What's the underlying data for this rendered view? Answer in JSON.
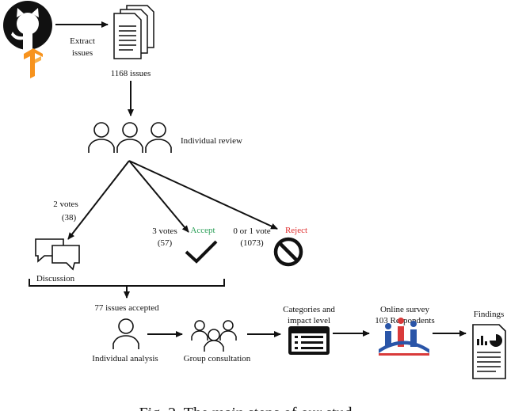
{
  "labels": {
    "extract_issues_line1": "Extract",
    "extract_issues_line2": "issues",
    "issues_count": "1168 issues",
    "individual_review": "Individual review",
    "two_votes": "2 votes",
    "two_votes_count": "(38)",
    "three_votes": "3 votes",
    "three_votes_count": "(57)",
    "accept": "Accept",
    "zero_one_vote": "0 or 1 vote",
    "zero_one_count": "(1073)",
    "reject": "Reject",
    "discussion": "Discussion",
    "issues_accepted": "77 issues accepted",
    "individual_analysis": "Individual analysis",
    "group_consultation": "Group consultation",
    "categories_line1": "Categories and",
    "categories_line2": "impact level",
    "survey_line1": "Online survey",
    "survey_line2": "103 Respondents",
    "findings": "Findings"
  },
  "caption": "Fig. 2. The main steps of our stud",
  "icons": {
    "source": "github-icon",
    "source_badge": "tensorflow-icon",
    "documents": "documents-icon",
    "reviewers": "users-group-icon",
    "discussion": "chat-bubbles-icon",
    "accept": "checkmark-icon",
    "reject": "prohibited-icon",
    "analyst": "user-icon",
    "consultation": "users-group-icon",
    "categories": "list-window-icon",
    "survey": "survey-chart-icon",
    "findings": "report-icon"
  },
  "colors": {
    "accept": "#2ea05a",
    "reject": "#e03030",
    "tensorflow": "#f7931e",
    "survey_blue": "#2a55a8",
    "survey_red": "#d93a3a",
    "ink": "#111111"
  }
}
